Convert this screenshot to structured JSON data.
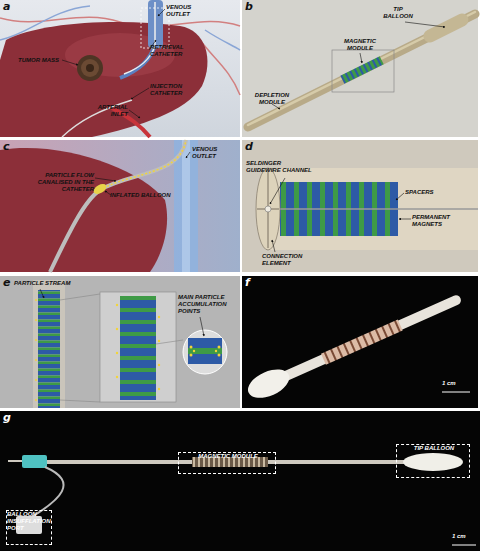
{
  "diagram": {
    "nodes": [
      {
        "text": [
          "a"
        ]
      },
      {
        "text": [
          "b"
        ]
      },
      {
        "text": [
          "c"
        ]
      },
      {
        "text": [
          "d"
        ]
      },
      {
        "text": [
          "e"
        ]
      },
      {
        "text": [
          "f"
        ]
      },
      {
        "text": [
          "g"
        ]
      },
      {
        "text": [
          "MAGNETIC MODULE"
        ],
        "in": 6
      },
      {
        "text": [
          "TIP BALLOON"
        ],
        "in": 6
      },
      {
        "text": [
          "BALLOON INSUFFLATION PORT"
        ],
        "in": 6
      }
    ],
    "labels": [
      "VENOUS OUTLET",
      "TUMOR MASS",
      "RETRIEVAL CATHETER",
      "INJECTION CATHETER",
      "ARTERIAL INLET",
      "TIP BALLOON",
      "MAGNETIC MODULE",
      "DEPLETION MODULE",
      "VENOUS OUTLET",
      "PARTICLE FLOW CANALISED IN THE CATHETER",
      "INFLATED BALLOON",
      "SELDINGER GUIDEWIRE CHANNEL",
      "SPACERS",
      "PERMANENT MAGNETS",
      "CONNECTION ELEMENT",
      "PARTICLE STREAM",
      "MAIN PARTICLE ACCUMULATION POINTS",
      "1 cm",
      "1 cm"
    ]
  }
}
